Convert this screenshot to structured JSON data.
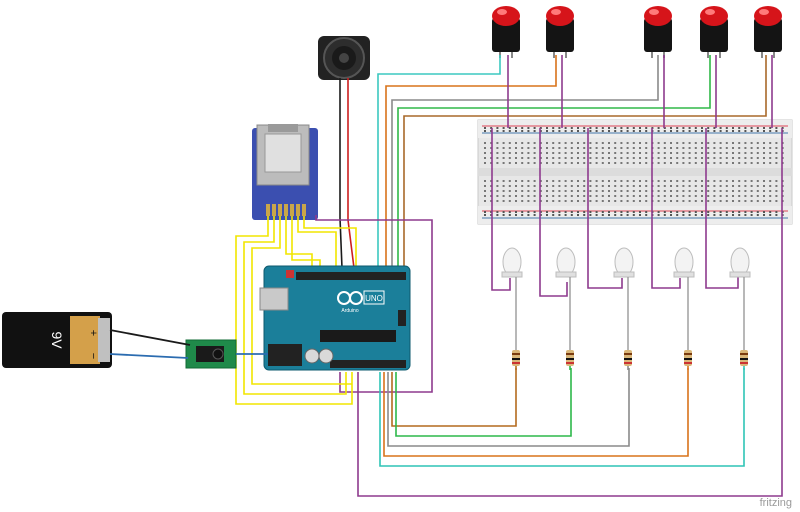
{
  "battery": {
    "label": "9V",
    "plus": "+",
    "minus": "−"
  },
  "arduino": {
    "board": "UNO",
    "brand": "Arduino"
  },
  "buttons": [
    {
      "name": "button-1",
      "color": "#d6141a"
    },
    {
      "name": "button-2",
      "color": "#d6141a"
    },
    {
      "name": "button-3",
      "color": "#d6141a"
    },
    {
      "name": "button-4",
      "color": "#d6141a"
    },
    {
      "name": "button-5",
      "color": "#d6141a"
    }
  ],
  "leds": [
    {
      "name": "led-1",
      "wire": "#b46a1e"
    },
    {
      "name": "led-2",
      "wire": "#2db84a"
    },
    {
      "name": "led-3",
      "wire": "#8a8a8a"
    },
    {
      "name": "led-4",
      "wire": "#d8731a"
    },
    {
      "name": "led-5",
      "wire": "#2ec4b6"
    }
  ],
  "wire_colors": {
    "yellow": "#f2e600",
    "red": "#cc1f1f",
    "black": "#1a1a1a",
    "blue": "#2b6cb0",
    "purple": "#8e3a8e",
    "teal": "#3cc8c0",
    "orange": "#d8731a",
    "green": "#30b848",
    "gray": "#8a8a8a",
    "brown": "#a8692a"
  },
  "watermark": "fritzing"
}
